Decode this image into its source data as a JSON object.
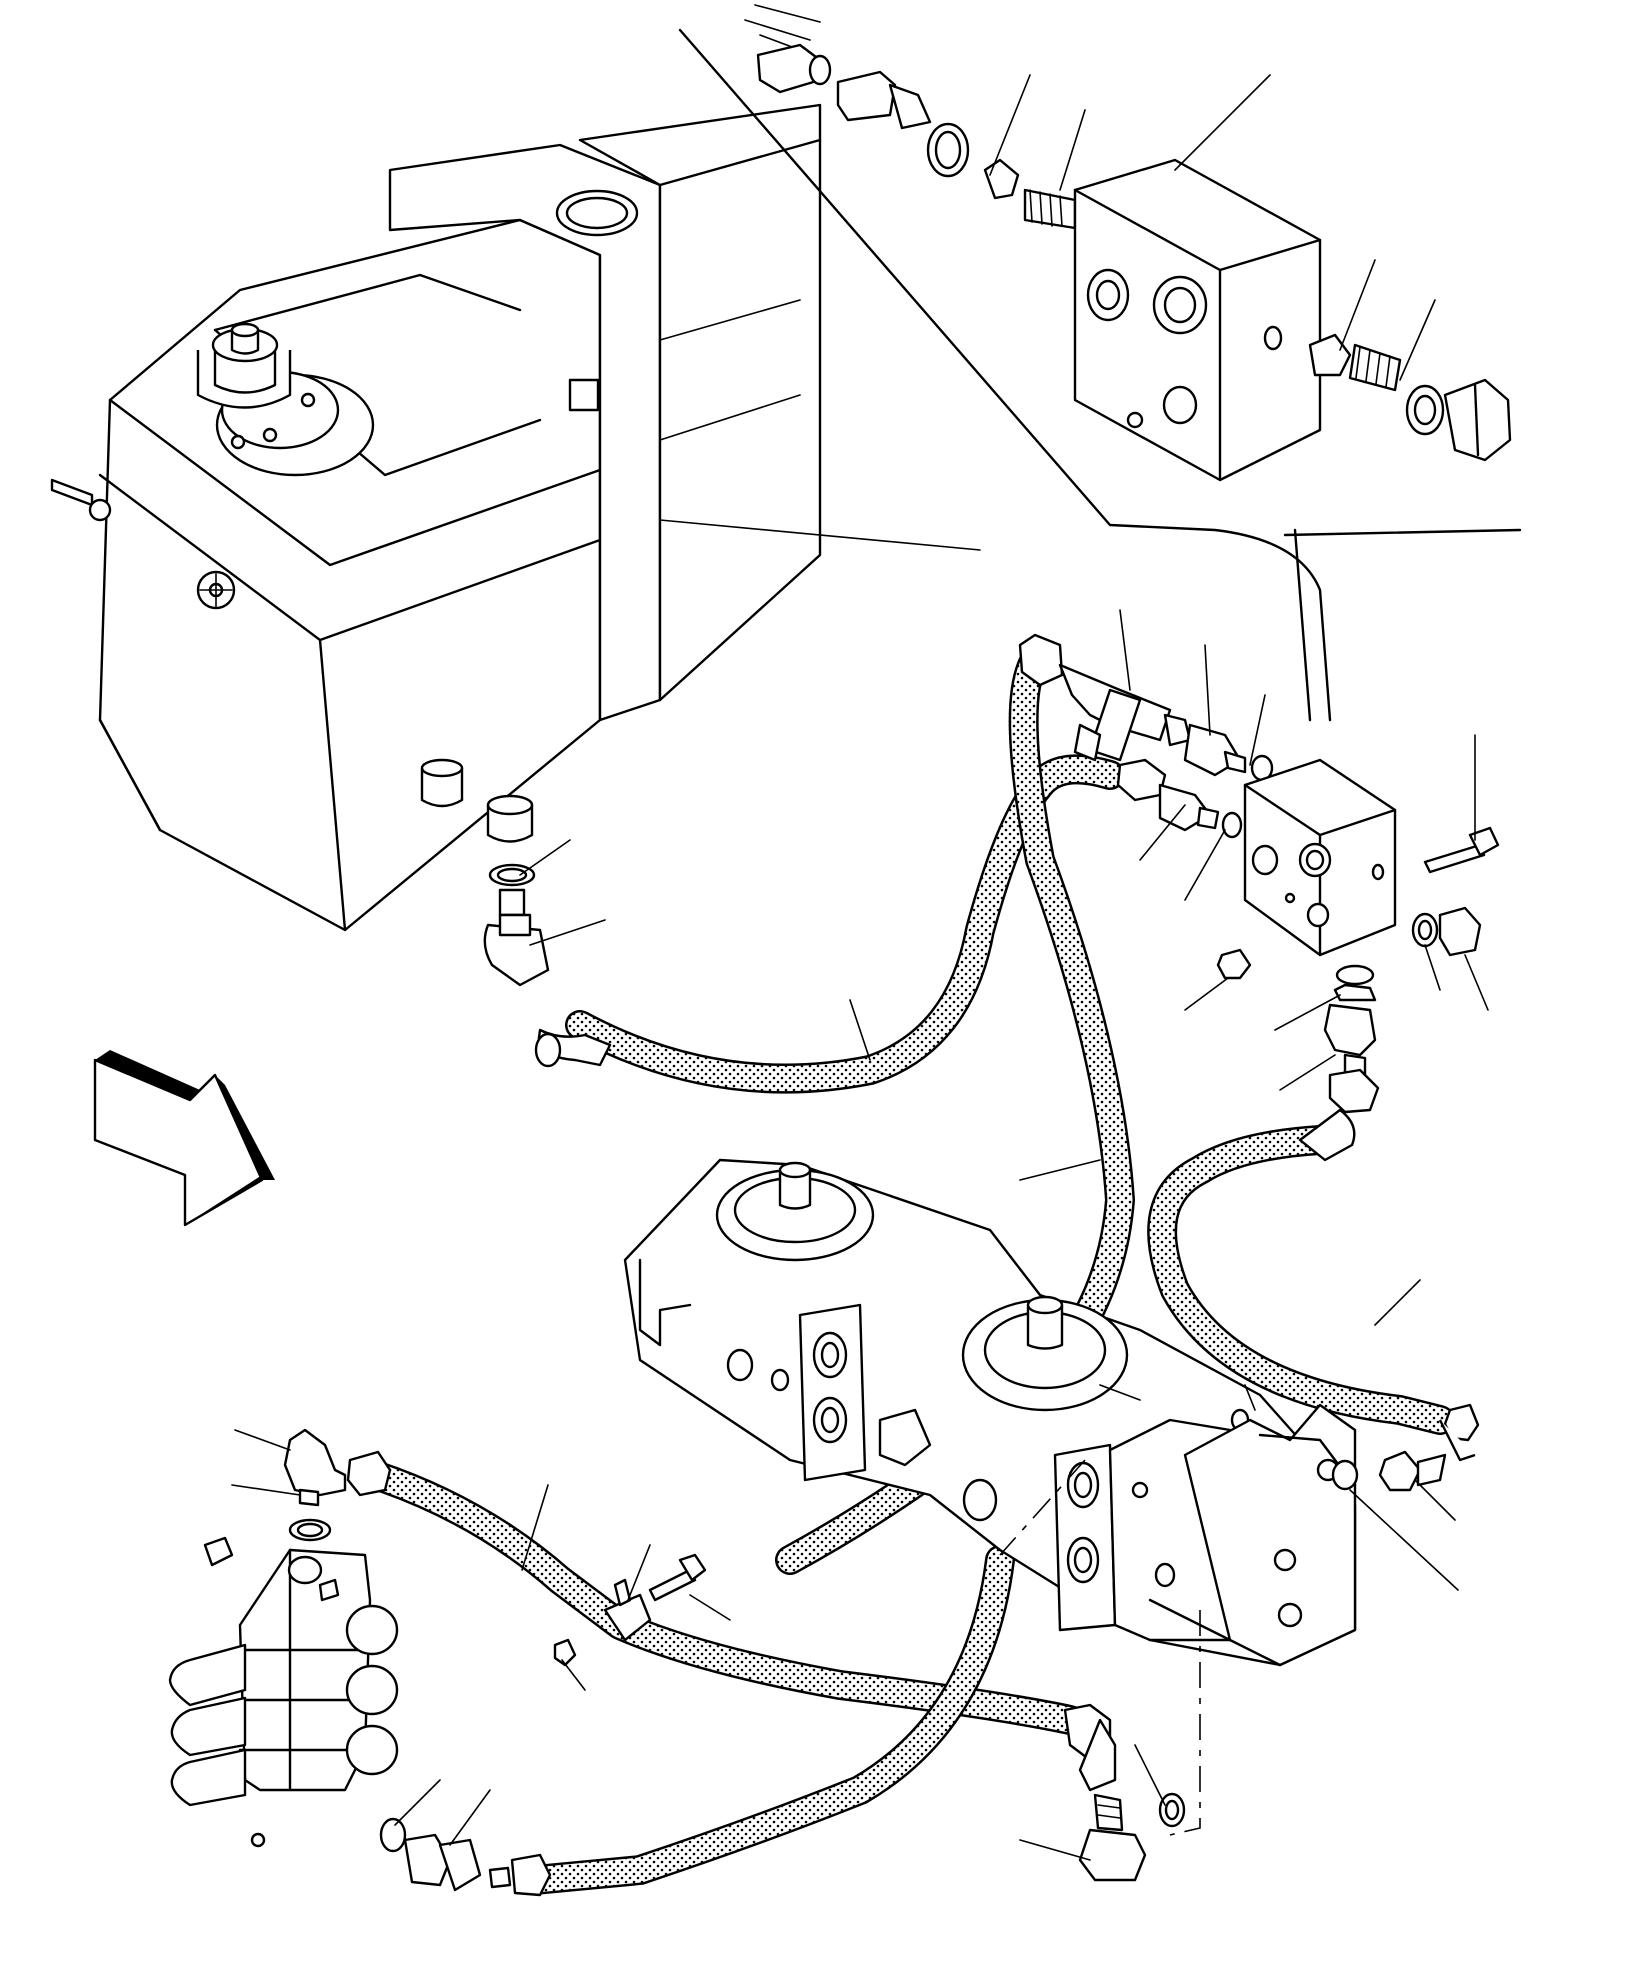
{
  "diagram": {
    "components": [
      {
        "id": "hydraulic-tank",
        "icon": "tank-icon"
      },
      {
        "id": "filler-cap",
        "icon": "cap-icon"
      },
      {
        "id": "relief-valve-block-exploded",
        "icon": "valve-block-icon"
      },
      {
        "id": "relief-valve-block",
        "icon": "valve-block-icon"
      },
      {
        "id": "tandem-gear-pump",
        "icon": "pump-icon"
      },
      {
        "id": "control-valve-bank",
        "icon": "control-valve-icon"
      },
      {
        "id": "direction-arrow",
        "icon": "arrow-icon"
      }
    ],
    "hoses": [
      "tank-to-block-hose",
      "block-to-valve-supply-hose",
      "block-to-pump-hose",
      "pump-to-valve-hose",
      "valve-return-hose"
    ],
    "callout_count": 30
  }
}
